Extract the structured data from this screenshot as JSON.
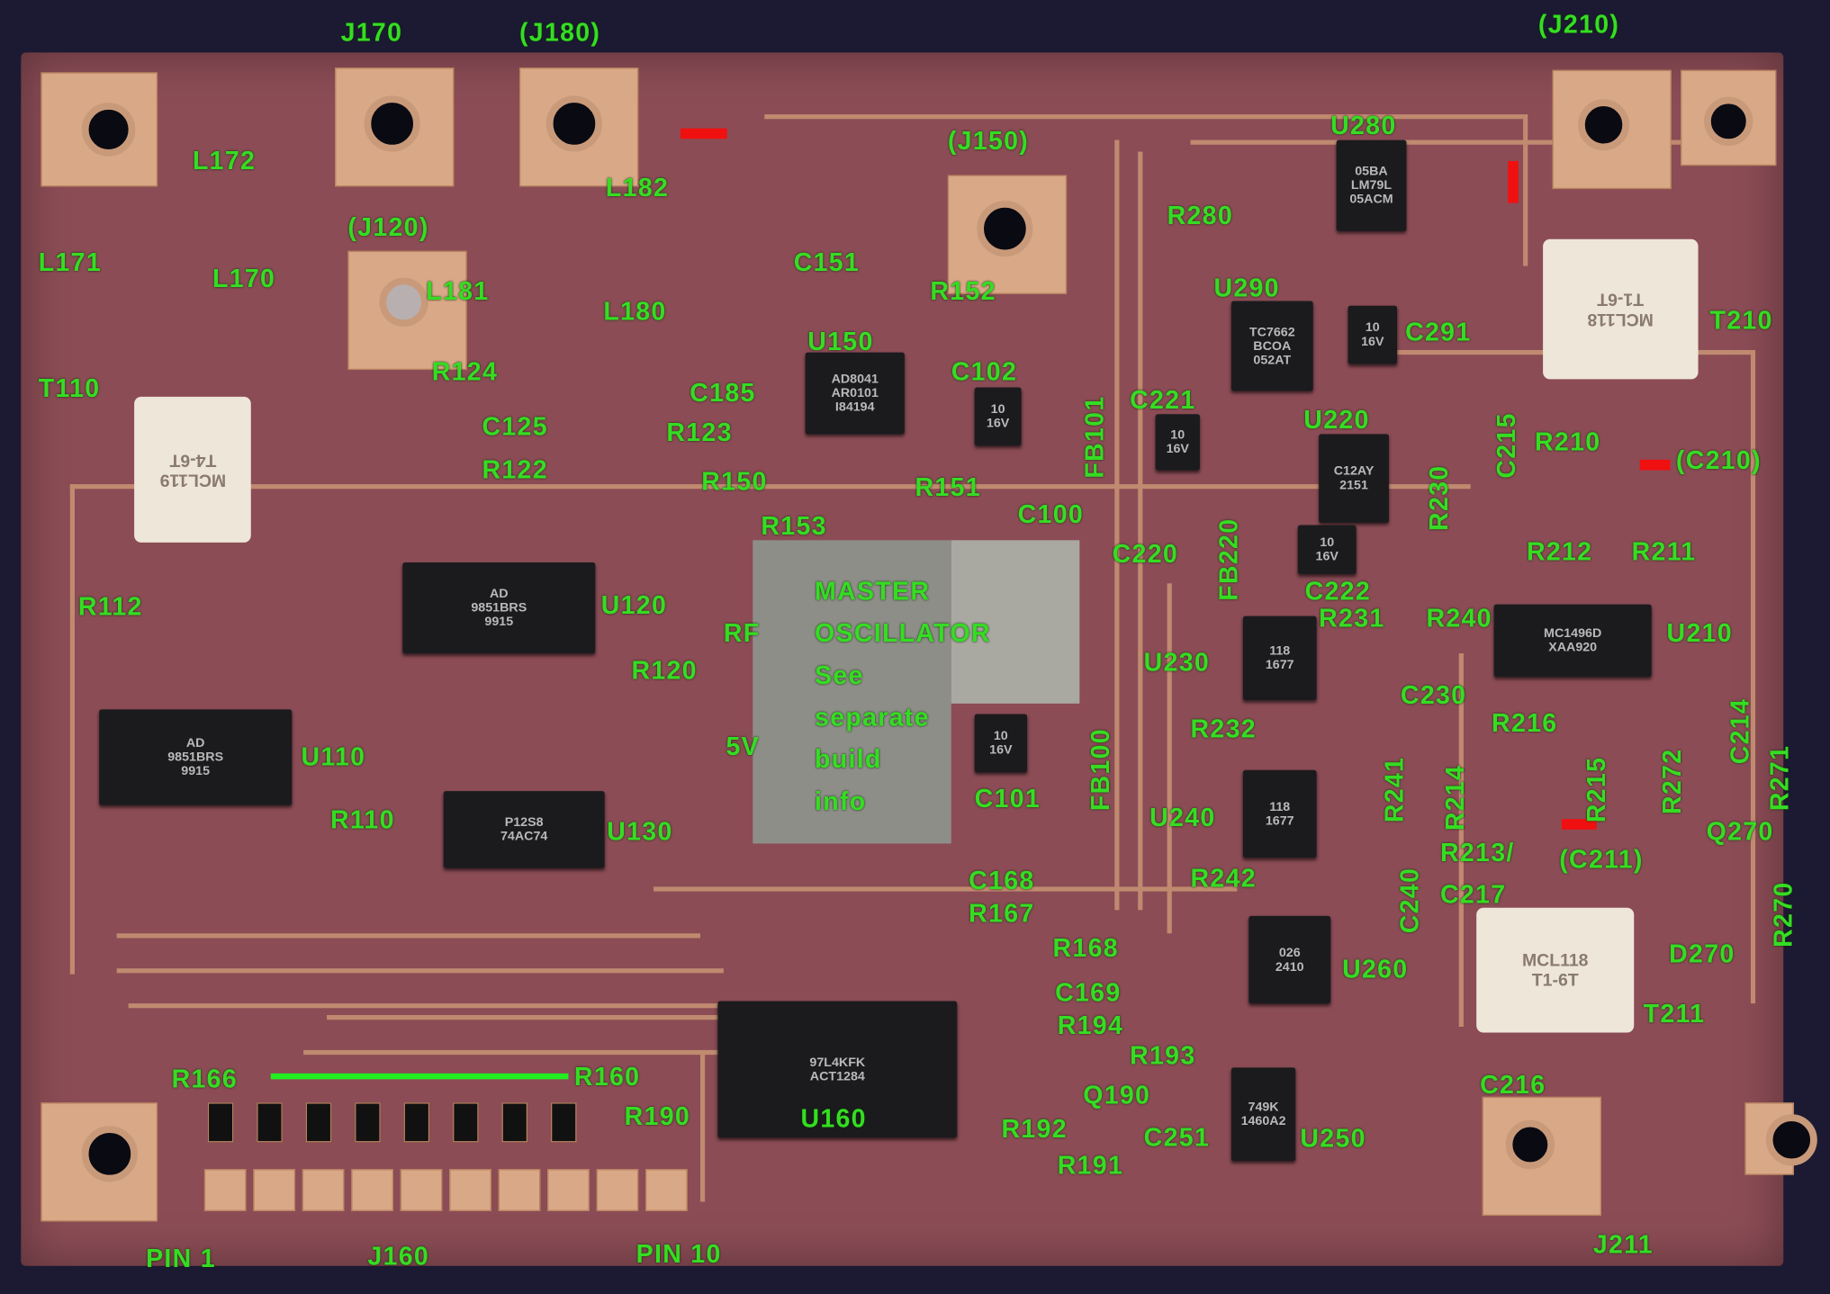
{
  "labels": [
    "J170",
    "(J180)",
    "(J210)",
    "(J150)",
    "(J120)",
    "L172",
    "L182",
    "U280",
    "R280",
    "C151",
    "R152",
    "L171",
    "L170",
    "L181",
    "L180",
    "U150",
    "U290",
    "C291",
    "T210",
    "R124",
    "C185",
    "C102",
    "FB101",
    "T110",
    "C125",
    "R123",
    "C221",
    "U220",
    "R230",
    "C215",
    "R210",
    "(C210)",
    "R122",
    "R150",
    "R151",
    "C100",
    "R153",
    "C220",
    "FB220",
    "R212",
    "R211",
    "C222",
    "MASTER",
    "OSCILLATOR",
    "See",
    "separate",
    "build",
    "info",
    "RF",
    "5V",
    "R112",
    "U120",
    "R231",
    "R240",
    "U210",
    "R120",
    "U230",
    "C230",
    "R216",
    "C214",
    "R271",
    "R232",
    "FB100",
    "R241",
    "R214",
    "R215",
    "R272",
    "U110",
    "R110",
    "U130",
    "C101",
    "U240",
    "Q270",
    "R213/",
    "(C211)",
    "C240",
    "R242",
    "C168",
    "C217",
    "R270",
    "R167",
    "R168",
    "D270",
    "U260",
    "C169",
    "T211",
    "R194",
    "R193",
    "R166",
    "R160",
    "Q190",
    "C216",
    "R190",
    "U160",
    "R192",
    "C251",
    "U250",
    "R191",
    "PIN 1",
    "J160",
    "PIN 10",
    "J211"
  ],
  "chips": [
    "AD\n9851BRS\n9915",
    "AD\n9851BRS\n9915",
    "P12S8\n74AC74",
    "97L4KFK\nACT1284",
    "AD8041\nAR0101\nI84194",
    "05BA\nLM79L\n05ACM",
    "TC7662\nBCOA\n052AT",
    "C12AY\n2151",
    "118\n1677",
    "118\n1677",
    "MC1496D\nXAA920",
    "026\n2410",
    "749K\n1460A2",
    "10\n16V",
    "10\n16V",
    "10\n16V",
    "10\n16V",
    "10\n16V"
  ],
  "transformers": [
    "MCL119\nT4-6T",
    "MCL118\nT1-6T",
    "MCL118\nT1-6T"
  ],
  "colors": {
    "label": "#35dd22",
    "board": "#8b4c55",
    "copper": "#d9a987",
    "marker": "#f01010"
  }
}
